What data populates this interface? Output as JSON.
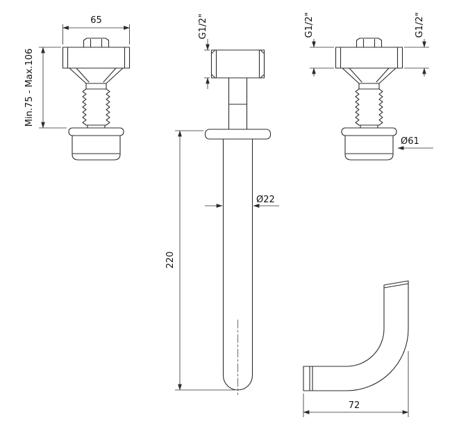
{
  "drawing": {
    "labels": {
      "left_width": "65",
      "left_height_range": "Min.75 - Max.106",
      "mid_thread": "G1/2\"",
      "right_thread_left": "G1/2\"",
      "right_thread_right": "G1/2\"",
      "spout_diameter": "Ø22",
      "spout_length": "220",
      "flange_diameter": "Ø61",
      "elbow_depth": "72"
    }
  }
}
